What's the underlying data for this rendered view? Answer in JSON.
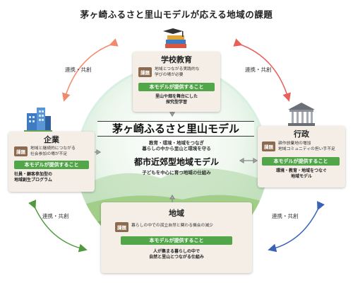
{
  "title": "茅ヶ崎ふるさと里山モデルが応える地域の課題",
  "collab_label": "連携・共創",
  "center": {
    "main": "茅ヶ崎ふるさと里山モデル",
    "desc_line1": "教育・環境・地域をつなぎ",
    "desc_line2": "暮らしの中から里山と環境を守る",
    "sub": "都市近郊型地域モデル",
    "sub_note": "子どもを中心に育つ地域の仕組み"
  },
  "cards": {
    "school": {
      "title": "学校教育",
      "issue_badge": "課題",
      "issue_line1": "地域とつながる実践的な",
      "issue_line2": "学びの場が必要",
      "provide": "本モデルが提供すること",
      "solution_line1": "里山や畑を舞台にした",
      "solution_line2": "探究型学習"
    },
    "company": {
      "title": "企業",
      "issue_badge": "課題",
      "issue_line1": "地域と継続的につながる",
      "issue_line2": "社会参加の場が不足",
      "provide": "本モデルが提供すること",
      "solution_line1": "社員・顧客参加型の",
      "solution_line2": "地域創生プログラム"
    },
    "gov": {
      "title": "行政",
      "issue_badge": "課題",
      "issue_line1": "耕作放棄地の増加",
      "issue_line2": "地域コミュニティの担い手不足",
      "provide": "本モデルが提供すること",
      "solution_line1": "環境・教育・地域をつなぐ",
      "solution_line2": "地域モデル"
    },
    "community": {
      "title": "地域",
      "issue_badge": "課題",
      "issue_line1": "暮らしの中での孤立自然と関わる機会の減少",
      "provide": "本モデルが提供すること",
      "solution_line1": "人が集まる暮らしの中で",
      "solution_line2": "自然と里山とつながる仕組み"
    }
  },
  "colors": {
    "arrow_school_company": "#f08a6a",
    "arrow_school_gov": "#e9605a",
    "arrow_company_community": "#4f9a3f",
    "arrow_gov_community": "#3a63b8",
    "provide_green": "#52a64a",
    "issue_brown": "#8b6a4f"
  }
}
